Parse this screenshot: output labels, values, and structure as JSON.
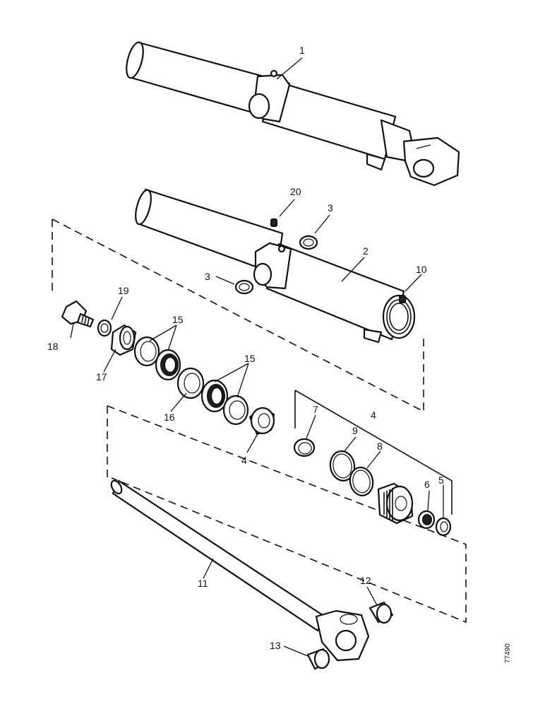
{
  "callouts": {
    "c1": "1",
    "c2": "2",
    "c3a": "3",
    "c3b": "3",
    "c4a": "4",
    "c4b": "4",
    "c5": "5",
    "c6": "6",
    "c7": "7",
    "c8": "8",
    "c9": "9",
    "c10": "10",
    "c11": "11",
    "c12": "12",
    "c13": "13",
    "c15a": "15",
    "c15b": "15",
    "c16": "16",
    "c17": "17",
    "c18": "18",
    "c19": "19",
    "c20": "20"
  },
  "reference_number": "77490"
}
